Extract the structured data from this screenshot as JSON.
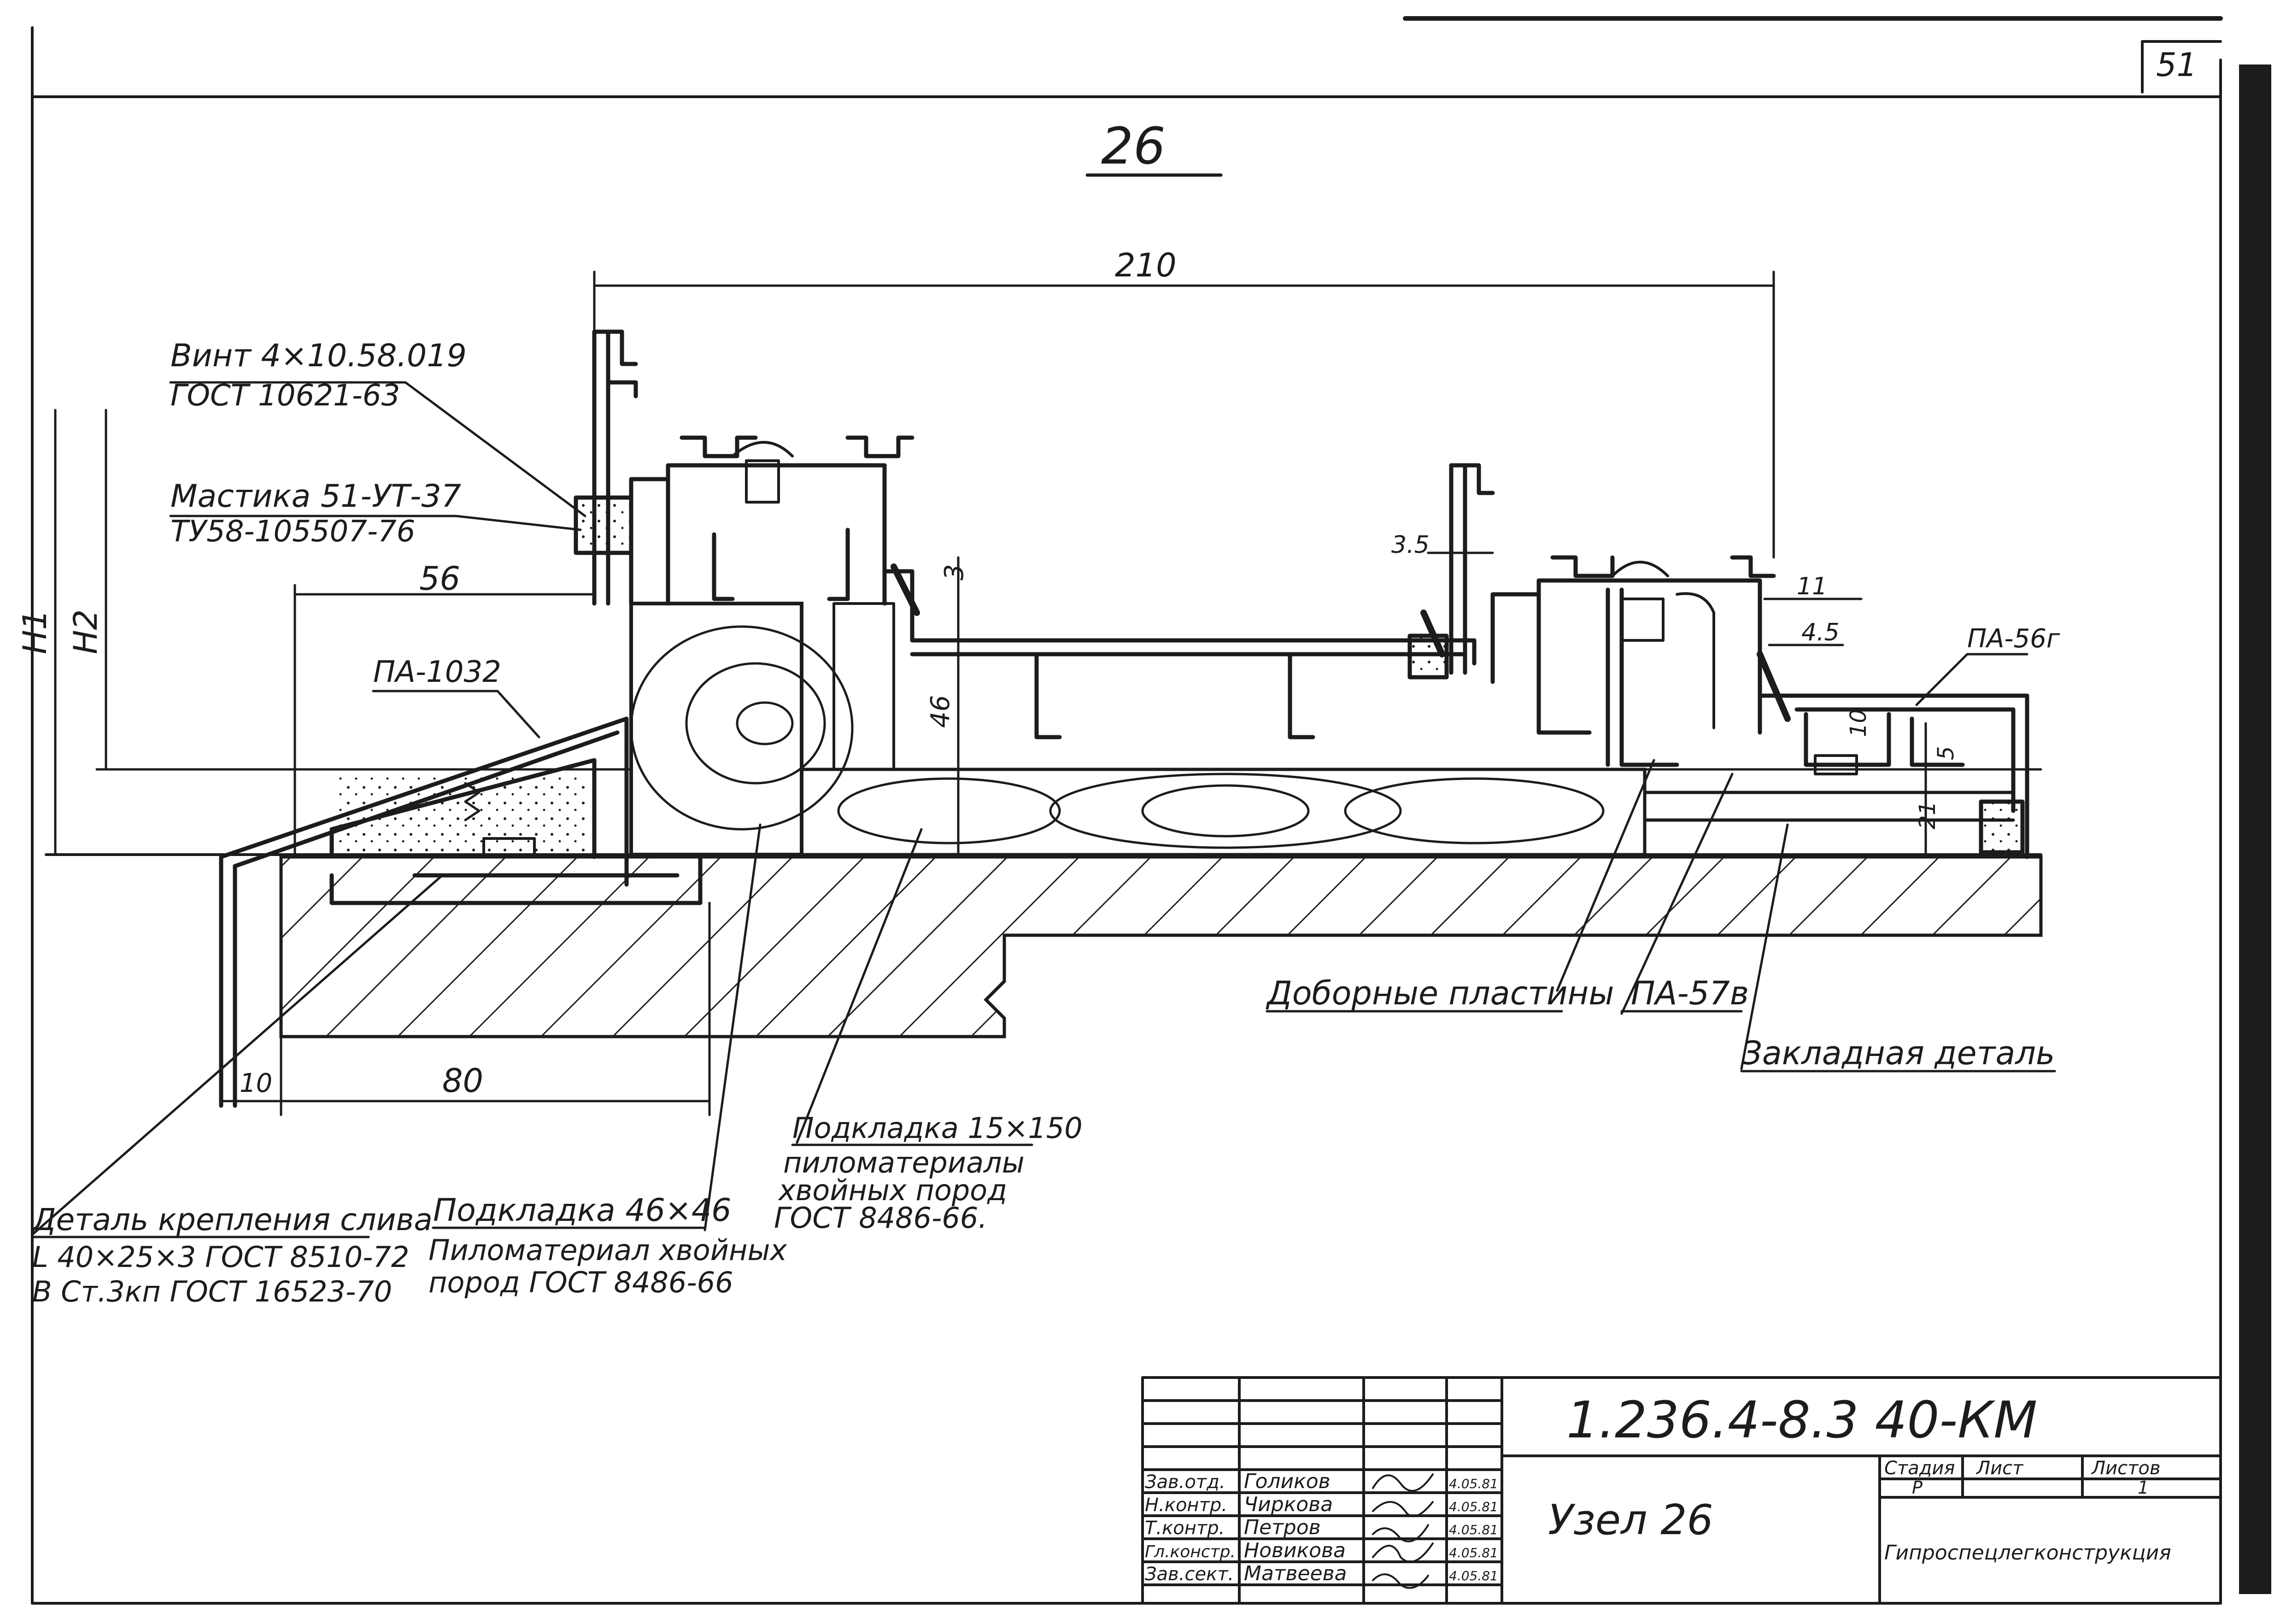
{
  "sheet": {
    "number": "51",
    "node_label": "26"
  },
  "dimensions": {
    "d210": "210",
    "d56": "56",
    "d80": "80",
    "d10": "10",
    "d46": "46",
    "d3": "3",
    "d3_5": "3.5",
    "d11": "11",
    "d4_5": "4.5",
    "d10b": "10",
    "d5": "5",
    "d21": "21",
    "h1": "H1",
    "h2": "H2"
  },
  "callouts": {
    "vint_1": "Винт 4×10.58.019",
    "vint_2": "ГОСТ 10621-63",
    "mastika_1": "Мастика 51-УТ-37",
    "mastika_2": "ТУ58-105507-76",
    "pa1032": "ПА-1032",
    "pa56g": "ПА-56г",
    "dobornye": "Доборные пластины",
    "pa57v": "ПА-57в",
    "zakladnaya": "Закладная деталь",
    "podkl15_1": "Подкладка 15×150",
    "podkl15_2": "пиломатериалы",
    "podkl15_3": "хвойных пород",
    "podkl15_4": "ГОСТ 8486-66.",
    "podkl46_1": "Подкладка 46×46",
    "podkl46_2": "Пиломатериал хвойных",
    "podkl46_3": "пород ГОСТ 8486-66",
    "detal_1": "Деталь крепления слива",
    "detal_2": "L 40×25×3 ГОСТ 8510-72",
    "detal_3": "В Ст.3кп ГОСТ 16523-70"
  },
  "title_block": {
    "code": "1.236.4-8.3 40-КМ",
    "title": "Узел 26",
    "org": "Гипроспецлегконструкция",
    "stage_header": "Стадия",
    "sheet_header": "Лист",
    "sheets_header": "Листов",
    "stage": "Р",
    "sheet": "",
    "sheets": "1",
    "rows": [
      {
        "role": "Зав.отд.",
        "name": "Голиков",
        "date": "4.05.81"
      },
      {
        "role": "Н.контр.",
        "name": "Чиркова",
        "date": "4.05.81"
      },
      {
        "role": "Т.контр.",
        "name": "Петров",
        "date": "4.05.81"
      },
      {
        "role": "Гл.констр.",
        "name": "Новикова",
        "date": "4.05.81"
      },
      {
        "role": "Зав.сект.",
        "name": "Матвеева",
        "date": "4.05.81"
      }
    ]
  }
}
